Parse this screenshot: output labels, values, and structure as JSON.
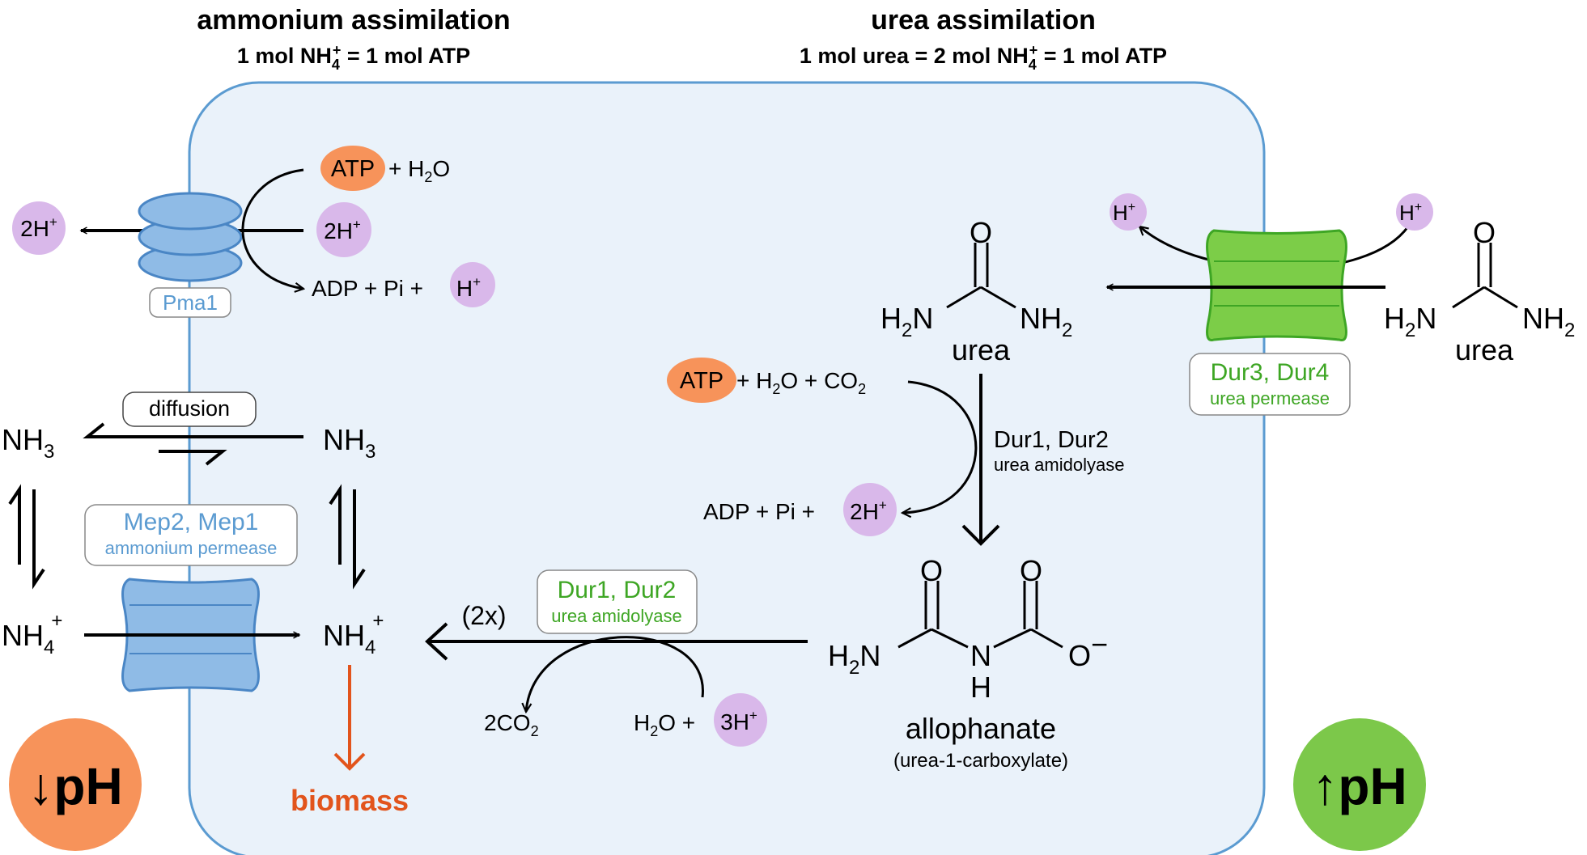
{
  "headers": {
    "left_title": "ammonium assimilation",
    "left_sub_a": "1 mol NH",
    "left_sub_sub": "4",
    "left_sub_sup": "+",
    "left_sub_b": " = 1 mol ATP",
    "right_title": "urea assimilation",
    "right_sub_a": "1 mol urea = 2 mol NH",
    "right_sub_sub": "4",
    "right_sub_sup": "+",
    "right_sub_b": " = 1 mol ATP"
  },
  "colors": {
    "cell_fill": "#eaf2fa",
    "cell_stroke": "#5b9bd1",
    "transporter_blue": "#8fbbe6",
    "transporter_green": "#7ccd48",
    "green_stroke": "#3ea624",
    "atp_orange": "#f7935a",
    "proton_purple": "#d9b8ea",
    "biomass_orange": "#e2541c",
    "ph_up": "#7cc84a"
  },
  "pma1": {
    "label": "Pma1",
    "atp": "ATP",
    "plus_water": "+ H",
    "water_sub": "2",
    "water_o": "O",
    "two_h": "2H",
    "two_h_out": "2H",
    "plus_sign": "+",
    "products": "ADP + Pi +",
    "h_prod": "H"
  },
  "ammonia": {
    "diffusion": "diffusion",
    "nh3_left": "NH",
    "nh3_right": "NH",
    "sub3": "3",
    "nh4_left": "NH",
    "nh4_right": "NH",
    "sub4": "4",
    "plus": "+",
    "mep_title": "Mep2, Mep1",
    "mep_sub": "ammonium permease",
    "biomass": "biomass"
  },
  "urea_uptake": {
    "dur34_title": "Dur3, Dur4",
    "dur34_sub": "urea permease",
    "h_in": "H",
    "h_out": "H",
    "plus": "+",
    "o_label": "O",
    "h2n": "H",
    "n_label": "N",
    "nh": "NH",
    "sub2": "2",
    "urea_label": "urea"
  },
  "carboxylation": {
    "atp": "ATP",
    "reactants": "+ H",
    "sub2a": "2",
    "o_plus_co": "O + CO",
    "sub2b": "2",
    "enzyme": "Dur1, Dur2",
    "enzyme_sub": "urea amidolyase",
    "products": "ADP + Pi +",
    "two_h": "2H",
    "plus": "+"
  },
  "allophanate": {
    "o": "O",
    "n": "N",
    "h": "H",
    "h2n": "H",
    "sub2": "2",
    "o_minus": "O",
    "minus": "−",
    "name": "allophanate",
    "alt_name": "(urea-1-carboxylate)"
  },
  "hydrolysis": {
    "stoich": "(2x)",
    "enzyme": "Dur1, Dur2",
    "enzyme_sub": "urea amidolyase",
    "co2_a": "2CO",
    "co2_sub": "2",
    "water_a": "H",
    "water_sub": "2",
    "water_b": "O +",
    "three_h": "3H",
    "plus": "+"
  },
  "ph": {
    "down_arrow": "↓",
    "down_label": "pH",
    "up_arrow": "↑",
    "up_label": "pH"
  }
}
